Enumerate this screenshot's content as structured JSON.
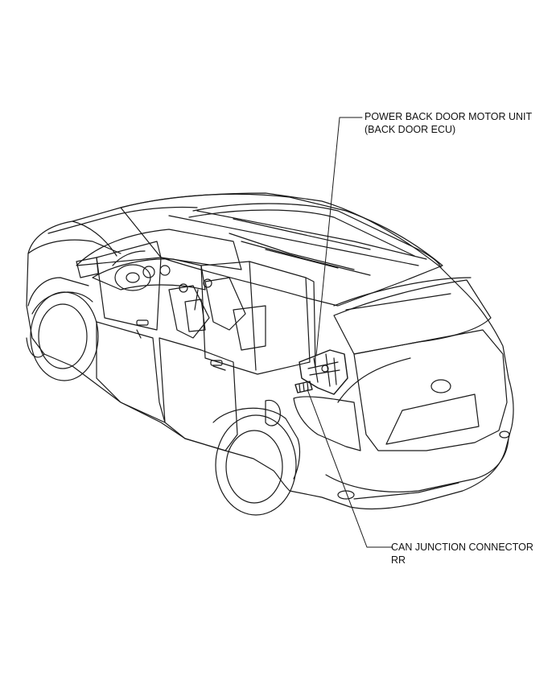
{
  "labels": {
    "motor_unit": {
      "line1": "POWER BACK DOOR MOTOR UNIT",
      "line2": "(BACK DOOR ECU)"
    },
    "can_connector": {
      "line1": "CAN JUNCTION CONNECTOR",
      "line2": "RR"
    }
  },
  "colors": {
    "line": "#1a1a1a",
    "background": "#ffffff"
  }
}
